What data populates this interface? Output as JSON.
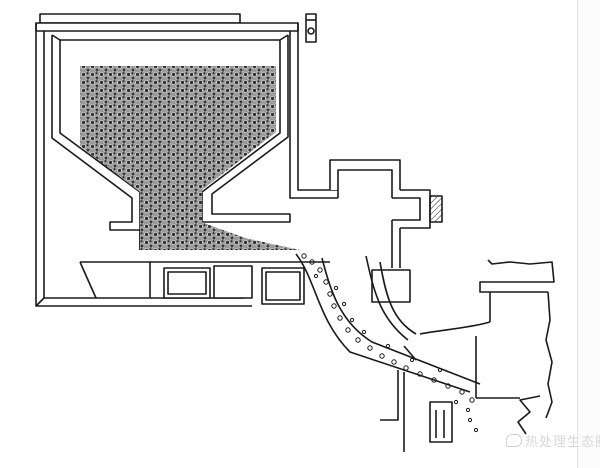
{
  "diagram": {
    "type": "engineering cross-section line drawing",
    "components": [
      "storage-hopper",
      "coal-pellet-fill",
      "feeder-housing",
      "side-duct",
      "discharge-chute",
      "falling-pellet-stream",
      "boiler-wall",
      "side-support-block"
    ]
  },
  "watermark": {
    "text": "热处理生态圈",
    "icon": "chat-bubble-icon",
    "color": "#d8d8d8"
  },
  "colors": {
    "line": "#1a1a1a",
    "fill": "#4a4a4a",
    "background": "#ffffff"
  }
}
